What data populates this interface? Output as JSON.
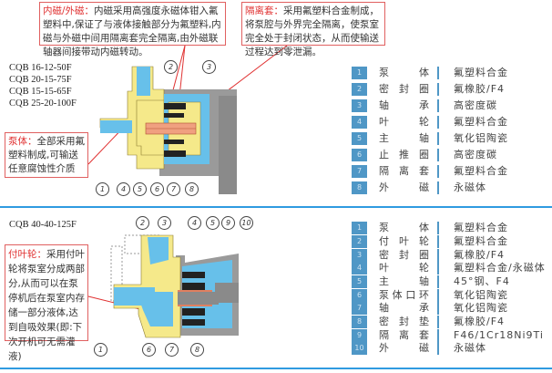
{
  "callouts": {
    "magnet": {
      "heading": "内磁/外磁：",
      "text": "内磁采用高强度永磁体钳入氟塑料中,保证了与液体接触部分为氟塑料,内磁与外磁中间用隔离套完全隔离,由外磁联轴器间接带动内磁转动。"
    },
    "sleeve": {
      "heading": "隔离套：",
      "text": "采用氟塑料合金制成，将泵腔与外界完全隔离，使泵室完全处于封闭状态，从而使输送过程达到零泄漏。"
    },
    "body": {
      "heading": "泵体：",
      "text": "全部采用氟塑料制成,可输送任意腐蚀性介质"
    },
    "aux_impeller": {
      "heading": "付叶轮：",
      "text": "采用付叶轮将泵室分成两部分,从而可以在泵停机后在泵室内存储一部分液体,达到自吸效果(即:下次开机可无需灌液)"
    }
  },
  "top": {
    "models": [
      "CQB 16-12-50F",
      "CQB 20-15-75F",
      "CQB 15-15-65F",
      "CQB 25-20-100F"
    ],
    "callout_numbers_top": [
      "2",
      "3"
    ],
    "callout_numbers_bottom": [
      "1",
      "4",
      "5",
      "6",
      "7",
      "8"
    ],
    "parts": [
      {
        "no": "1",
        "name": "泵体",
        "material": "氟塑料合金"
      },
      {
        "no": "2",
        "name": "密封圈",
        "material": "氟橡胶/F4"
      },
      {
        "no": "3",
        "name": "轴承",
        "material": "高密度碳"
      },
      {
        "no": "4",
        "name": "叶轮",
        "material": "氟塑料合金"
      },
      {
        "no": "5",
        "name": "主轴",
        "material": "氧化铝陶瓷"
      },
      {
        "no": "6",
        "name": "止推圈",
        "material": "高密度碳"
      },
      {
        "no": "7",
        "name": "隔离套",
        "material": "氟塑料合金"
      },
      {
        "no": "8",
        "name": "外磁",
        "material": "永磁体"
      }
    ]
  },
  "bottom": {
    "model": "CQB 40-40-125F",
    "callout_numbers_top": [
      "2",
      "3",
      "4",
      "5",
      "9",
      "10"
    ],
    "callout_numbers_bottom": [
      "1",
      "6",
      "7",
      "8"
    ],
    "parts": [
      {
        "no": "1",
        "name": "泵体",
        "material": "氟塑料合金"
      },
      {
        "no": "2",
        "name": "付叶轮",
        "material": "氟塑料合金"
      },
      {
        "no": "3",
        "name": "密封圈",
        "material": "氟橡胶/F4"
      },
      {
        "no": "4",
        "name": "叶轮",
        "material": "氟塑料合金/永磁体"
      },
      {
        "no": "5",
        "name": "主轴",
        "material": "45°钢、F4"
      },
      {
        "no": "6",
        "name": "泵体口环",
        "material": "氧化铝陶瓷"
      },
      {
        "no": "7",
        "name": "轴承",
        "material": "氧化铝陶瓷"
      },
      {
        "no": "8",
        "name": "密封垫",
        "material": "氟橡胶/F4"
      },
      {
        "no": "9",
        "name": "隔离套",
        "material": "F46/1Cr18Ni9Ti"
      },
      {
        "no": "10",
        "name": "外磁",
        "material": "永磁体"
      }
    ]
  },
  "colors": {
    "accent": "#4f97c6",
    "callout_border": "#e06060",
    "callout_heading": "#e03030",
    "separator": "#2f9be0",
    "plastic": "#f5e98a",
    "fluid": "#67c0ea",
    "housing": "#9a9a9a",
    "magnet": "#222222"
  }
}
